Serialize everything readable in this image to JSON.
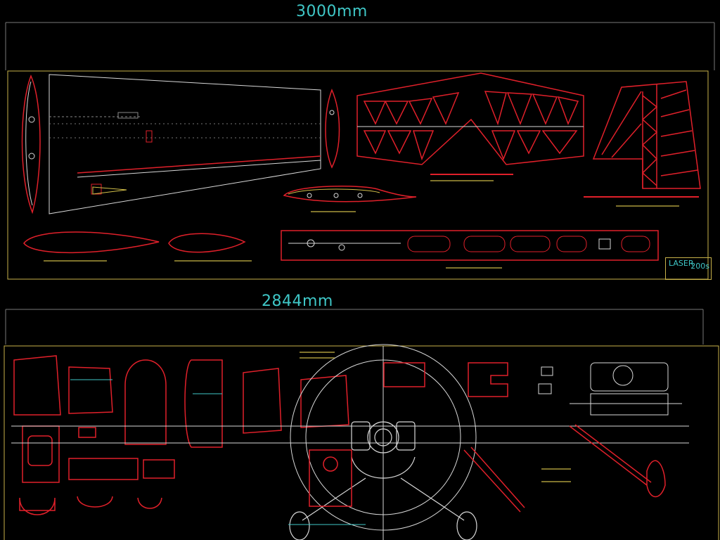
{
  "drawing": {
    "top_span_label": "3000mm",
    "bottom_span_label": "2844mm",
    "title_block": {
      "name": "LASER",
      "model": "200s"
    }
  },
  "colors": {
    "background": "#000000",
    "frame": "#c8b24a",
    "part_outline": "#e0202a",
    "construction": "#d8d8d8",
    "dimension": "#3fc7c7",
    "annotation": "#d4c04a"
  },
  "icons": [
    "aircraft-plan-view",
    "engine-icon",
    "wing-rib-icon",
    "canopy-icon"
  ]
}
